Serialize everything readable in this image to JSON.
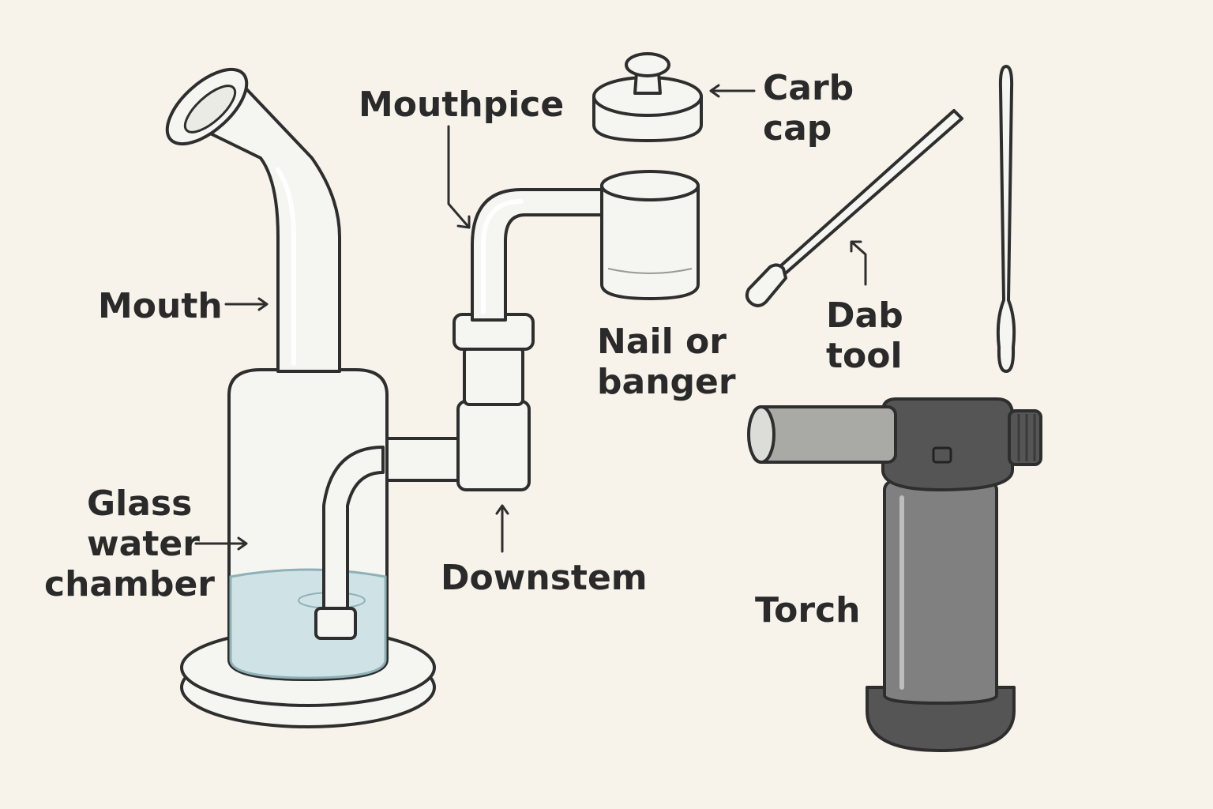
{
  "labels": {
    "mouth": "Mouth",
    "mouthpiece": "Mouthpice",
    "carb_cap_line1": "Carb",
    "carb_cap_line2": "cap",
    "nail_line1": "Nail or",
    "nail_line2": "banger",
    "dab_tool_line1": "Dab",
    "dab_tool_line2": "tool",
    "water_chamber_line1": "Glass",
    "water_chamber_line2": "water",
    "water_chamber_line3": "chamber",
    "downstem": "Downstem",
    "torch": "Torch"
  },
  "icons": {
    "rig": "dab-rig-illustration",
    "nail": "quartz-banger-illustration",
    "carb_cap": "carb-cap-illustration",
    "dab_tool": "dab-tool-illustration",
    "torch": "butane-torch-illustration"
  },
  "colors": {
    "background": "#f7f3ea",
    "glass": "#f5f5f1",
    "outline": "#2e2e2e",
    "water": "#cfe3e6",
    "torch_body": "#808080",
    "torch_base": "#555555"
  }
}
